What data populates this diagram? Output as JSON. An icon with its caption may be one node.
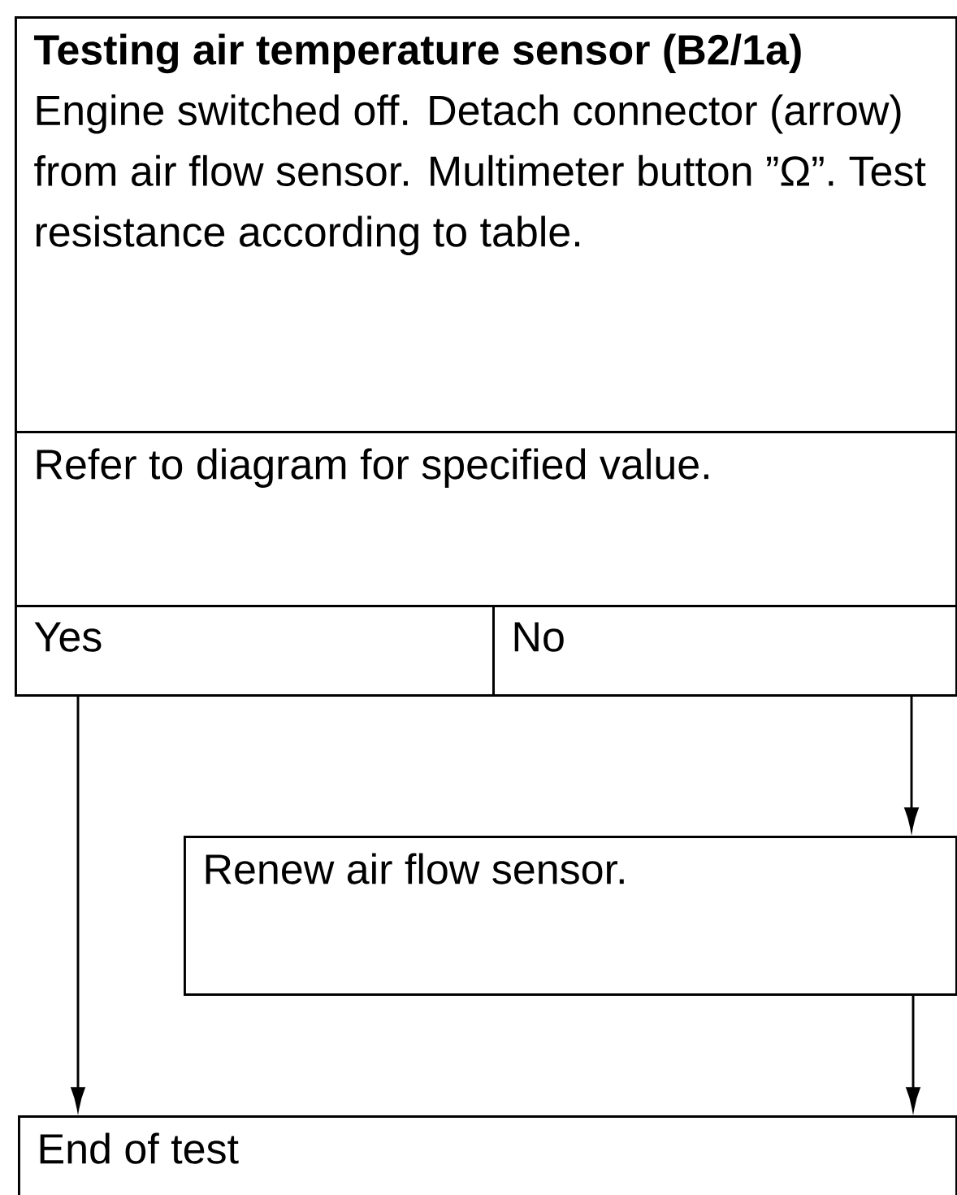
{
  "diagram": {
    "nodes": [
      {
        "text": [
          "Testing air temperature sensor (B2/1a)",
          "Engine switched off. Detach connector (arrow) from air flow sensor. Multimeter button ”Ω”. Test resistance according to table."
        ]
      },
      {
        "text": [
          "Refer to diagram for specified value."
        ]
      },
      {
        "text": [
          "Yes"
        ]
      },
      {
        "text": [
          "No"
        ]
      },
      {
        "text": [
          "Renew air flow sensor."
        ]
      },
      {
        "text": [
          "End of test"
        ]
      }
    ],
    "edges": [
      {
        "from": 2,
        "to": 5,
        "arrow": "to"
      },
      {
        "from": 3,
        "to": 4,
        "arrow": "to"
      },
      {
        "from": 4,
        "to": 5,
        "arrow": "to"
      }
    ]
  }
}
